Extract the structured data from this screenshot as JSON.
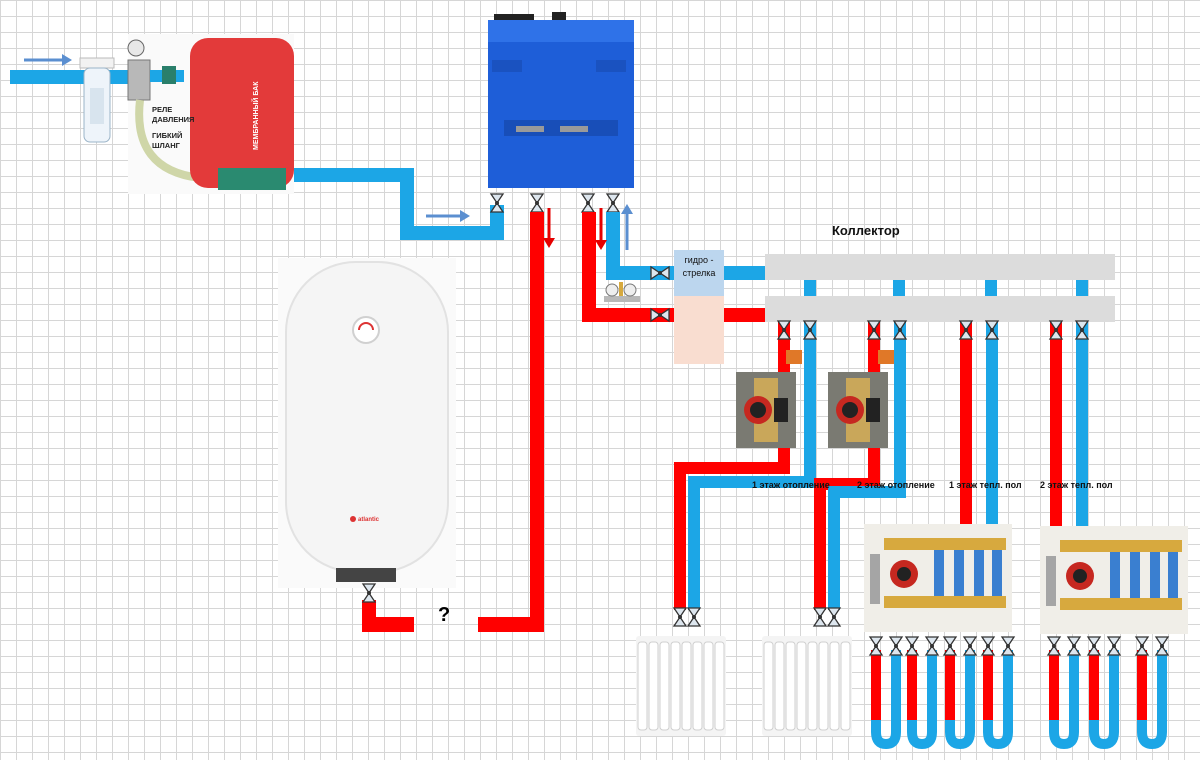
{
  "labels": {
    "collector": "Коллектор",
    "hydro_line1": "гидро -",
    "hydro_line2": "стрелка",
    "question": "?",
    "floor1_heating": "1 этаж отопление",
    "floor2_heating": "2 этаж отопление",
    "floor1_floor": "1 этаж тепл. пол",
    "floor2_floor": "2 этаж тепл. пол"
  },
  "pump_station": {
    "tank_label": "МЕМБРАННЫЙ БАК",
    "relay_line1": "РЕЛЕ",
    "relay_line2": "ДАВЛЕНИЯ",
    "hose_line1": "ГИБКИЙ",
    "hose_line2": "ШЛАНГ"
  },
  "boiler_brand": "atlantic",
  "colors": {
    "hot": "#ff0000",
    "cold": "#1ca6e6",
    "boiler": "#1e5ed8",
    "collector": "#dcdcdc",
    "hydro_top": "#bcd6ee",
    "hydro_bottom": "#f9ddd0"
  }
}
